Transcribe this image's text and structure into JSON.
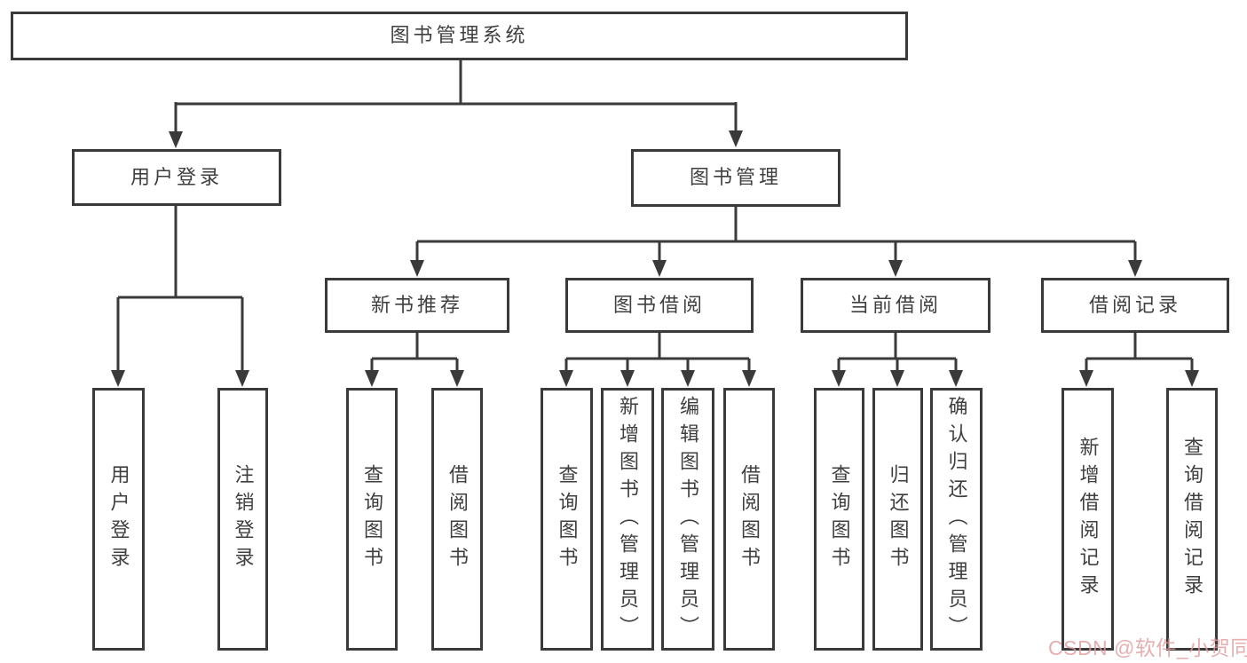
{
  "diagram": {
    "root": {
      "label": "图书管理系统"
    },
    "branches": [
      {
        "label": "用户登录",
        "children": [
          "用户登录",
          "注销登录"
        ]
      },
      {
        "label": "图书管理",
        "children": [
          {
            "label": "新书推荐",
            "children": [
              "查询图书",
              "借阅图书"
            ]
          },
          {
            "label": "图书借阅",
            "children": [
              "查询图书",
              "新增图书（管理员）",
              "编辑图书（管理员）",
              "借阅图书"
            ]
          },
          {
            "label": "当前借阅",
            "children": [
              "查询图书",
              "归还图书",
              "确认归还（管理员）"
            ]
          },
          {
            "label": "借阅记录",
            "children": [
              "新增借阅记录",
              "查询借阅记录"
            ]
          }
        ]
      }
    ]
  },
  "watermark": {
    "text": "CSDN @软件_小贺同学",
    "color": "#e09b9b"
  },
  "colors": {
    "line": "#3a3a3a",
    "box_border": "#3a3a3a",
    "box_fill": "#ffffff",
    "text": "#3f3f3f",
    "background": "#ffffff"
  }
}
